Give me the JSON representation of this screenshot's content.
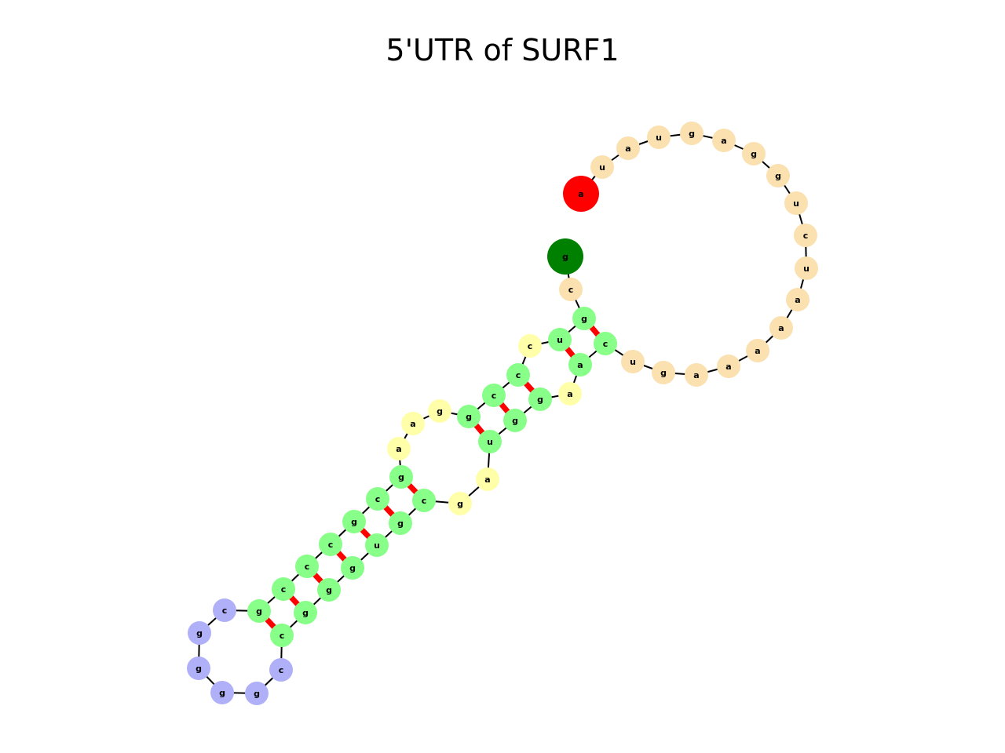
{
  "title": "5'UTR of SURF1",
  "colors": {
    "stem": "#88ff88",
    "internal_loop": "#ffffaa",
    "hairpin_loop": "#b0b0f8",
    "exterior_loop": "#fbe0b0",
    "five_prime_end": "#008000",
    "three_prime_end": "#ff0000",
    "backbone": "#000000",
    "base_pair": "#ff0000"
  },
  "nucleotides": [
    {
      "base": "g",
      "type": "five_prime_end"
    },
    {
      "base": "c",
      "type": "exterior_loop"
    },
    {
      "base": "g",
      "type": "stem"
    },
    {
      "base": "u",
      "type": "stem"
    },
    {
      "base": "c",
      "type": "internal_loop"
    },
    {
      "base": "c",
      "type": "stem"
    },
    {
      "base": "c",
      "type": "stem"
    },
    {
      "base": "g",
      "type": "stem"
    },
    {
      "base": "g",
      "type": "internal_loop"
    },
    {
      "base": "a",
      "type": "internal_loop"
    },
    {
      "base": "a",
      "type": "internal_loop"
    },
    {
      "base": "g",
      "type": "stem"
    },
    {
      "base": "c",
      "type": "stem"
    },
    {
      "base": "g",
      "type": "stem"
    },
    {
      "base": "c",
      "type": "stem"
    },
    {
      "base": "c",
      "type": "stem"
    },
    {
      "base": "c",
      "type": "stem"
    },
    {
      "base": "g",
      "type": "stem"
    },
    {
      "base": "c",
      "type": "hairpin_loop"
    },
    {
      "base": "g",
      "type": "hairpin_loop"
    },
    {
      "base": "g",
      "type": "hairpin_loop"
    },
    {
      "base": "g",
      "type": "hairpin_loop"
    },
    {
      "base": "g",
      "type": "hairpin_loop"
    },
    {
      "base": "c",
      "type": "hairpin_loop"
    },
    {
      "base": "c",
      "type": "stem"
    },
    {
      "base": "g",
      "type": "stem"
    },
    {
      "base": "g",
      "type": "stem"
    },
    {
      "base": "g",
      "type": "stem"
    },
    {
      "base": "u",
      "type": "stem"
    },
    {
      "base": "g",
      "type": "stem"
    },
    {
      "base": "c",
      "type": "stem"
    },
    {
      "base": "g",
      "type": "internal_loop"
    },
    {
      "base": "a",
      "type": "internal_loop"
    },
    {
      "base": "u",
      "type": "stem"
    },
    {
      "base": "g",
      "type": "stem"
    },
    {
      "base": "g",
      "type": "stem"
    },
    {
      "base": "a",
      "type": "internal_loop"
    },
    {
      "base": "a",
      "type": "stem"
    },
    {
      "base": "c",
      "type": "stem"
    },
    {
      "base": "u",
      "type": "exterior_loop"
    },
    {
      "base": "g",
      "type": "exterior_loop"
    },
    {
      "base": "a",
      "type": "exterior_loop"
    },
    {
      "base": "a",
      "type": "exterior_loop"
    },
    {
      "base": "a",
      "type": "exterior_loop"
    },
    {
      "base": "a",
      "type": "exterior_loop"
    },
    {
      "base": "a",
      "type": "exterior_loop"
    },
    {
      "base": "u",
      "type": "exterior_loop"
    },
    {
      "base": "c",
      "type": "exterior_loop"
    },
    {
      "base": "u",
      "type": "exterior_loop"
    },
    {
      "base": "g",
      "type": "exterior_loop"
    },
    {
      "base": "g",
      "type": "exterior_loop"
    },
    {
      "base": "a",
      "type": "exterior_loop"
    },
    {
      "base": "g",
      "type": "exterior_loop"
    },
    {
      "base": "u",
      "type": "exterior_loop"
    },
    {
      "base": "a",
      "type": "exterior_loop"
    },
    {
      "base": "u",
      "type": "exterior_loop"
    },
    {
      "base": "a",
      "type": "three_prime_end"
    }
  ],
  "base_pairs": [
    [
      2,
      38
    ],
    [
      3,
      37
    ],
    [
      5,
      35
    ],
    [
      6,
      34
    ],
    [
      7,
      33
    ],
    [
      11,
      30
    ],
    [
      12,
      29
    ],
    [
      13,
      28
    ],
    [
      14,
      27
    ],
    [
      15,
      26
    ],
    [
      16,
      25
    ],
    [
      17,
      24
    ]
  ]
}
